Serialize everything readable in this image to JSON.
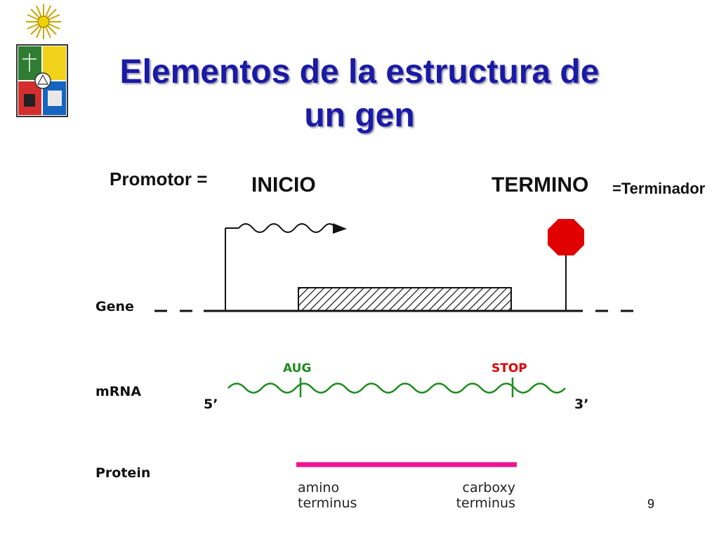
{
  "slide": {
    "title_line1": "Elementos de la estructura de",
    "title_line2": "un gen",
    "page_number": "9"
  },
  "labels": {
    "promotor": "Promotor =",
    "inicio": "INICIO",
    "termino": "TERMINO",
    "terminador": "=Terminador"
  },
  "rows": {
    "gene": "Gene",
    "mrna": "mRNA",
    "protein": "Protein"
  },
  "mrna": {
    "aug": "AUG",
    "stop": "STOP",
    "five_prime": "5’",
    "three_prime": "3’"
  },
  "protein": {
    "amino_1": "amino",
    "amino_2": "terminus",
    "carboxy_1": "carboxy",
    "carboxy_2": "terminus"
  },
  "colors": {
    "title": "#1a1aa6",
    "mrna": "#1e8c1e",
    "stop_sign": "#e00000",
    "protein_bar": "#ee1490",
    "aug_label": "#1e8c1e",
    "stop_label": "#e00000"
  }
}
